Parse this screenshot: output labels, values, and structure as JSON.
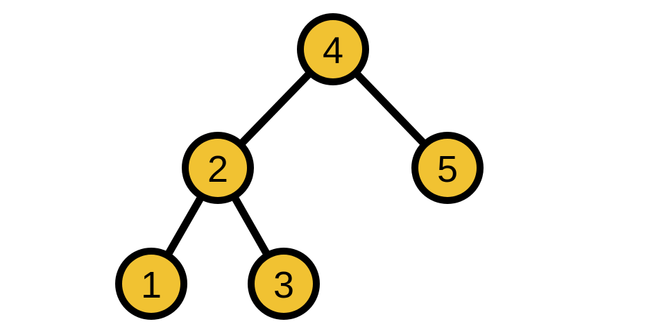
{
  "diagram": {
    "type": "binary-tree",
    "node_fill": "#F1C232",
    "node_stroke": "#000000",
    "edge_color": "#000000",
    "nodes": [
      {
        "id": "n4",
        "label": "4"
      },
      {
        "id": "n2",
        "label": "2"
      },
      {
        "id": "n5",
        "label": "5"
      },
      {
        "id": "n1",
        "label": "1"
      },
      {
        "id": "n3",
        "label": "3"
      }
    ],
    "edges": [
      {
        "from": "n4",
        "to": "n2"
      },
      {
        "from": "n4",
        "to": "n5"
      },
      {
        "from": "n2",
        "to": "n1"
      },
      {
        "from": "n2",
        "to": "n3"
      }
    ]
  }
}
